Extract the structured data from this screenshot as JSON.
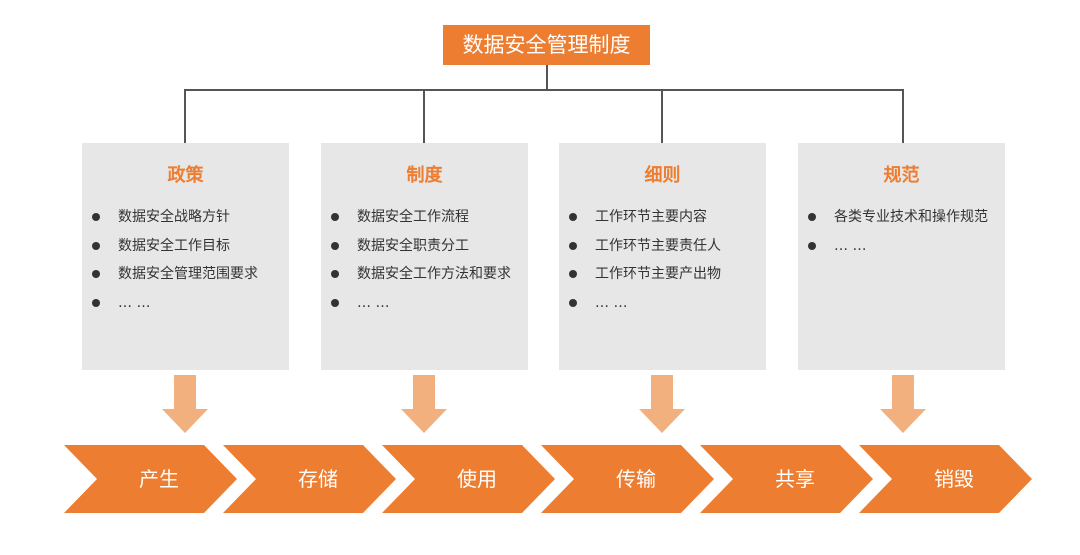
{
  "title": "数据安全管理制度",
  "categories": [
    {
      "title": "政策",
      "items": [
        "数据安全战略方针",
        "数据安全工作目标",
        "数据安全管理范围要求",
        "… …"
      ]
    },
    {
      "title": "制度",
      "items": [
        "数据安全工作流程",
        "数据安全职责分工",
        "数据安全工作方法和要求",
        "… …"
      ]
    },
    {
      "title": "细则",
      "items": [
        "工作环节主要内容",
        "工作环节主要责任人",
        "工作环节主要产出物",
        "… …"
      ]
    },
    {
      "title": "规范",
      "items": [
        "各类专业技术和操作规范",
        "… …"
      ]
    }
  ],
  "lifecycle": [
    "产生",
    "存储",
    "使用",
    "传输",
    "共享",
    "销毁"
  ],
  "colors": {
    "accent": "#ed7d31",
    "arrow": "#f2b07e",
    "box": "#e7e7e7"
  }
}
